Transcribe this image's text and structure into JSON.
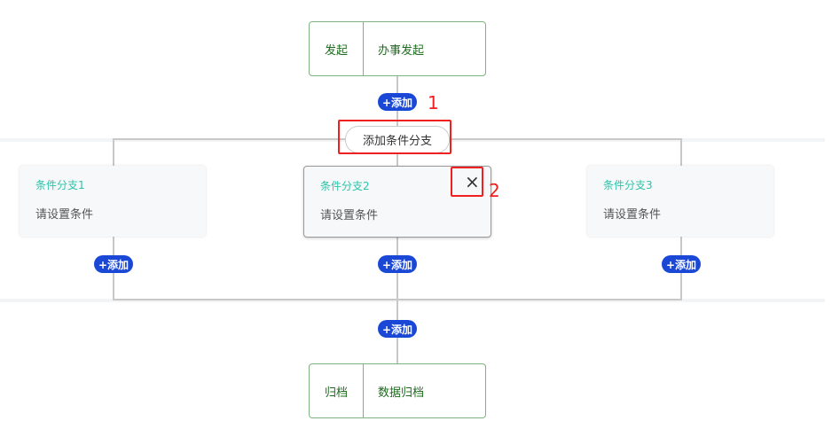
{
  "start_node": {
    "type": "发起",
    "name": "办事发起"
  },
  "end_node": {
    "type": "归档",
    "name": "数据归档"
  },
  "add_label": "+添加",
  "add_branch_label": "添加条件分支",
  "branches": [
    {
      "title": "条件分支1",
      "desc": "请设置条件"
    },
    {
      "title": "条件分支2",
      "desc": "请设置条件"
    },
    {
      "title": "条件分支3",
      "desc": "请设置条件"
    }
  ],
  "annotations": [
    "1",
    "2"
  ],
  "close_glyph": "×"
}
